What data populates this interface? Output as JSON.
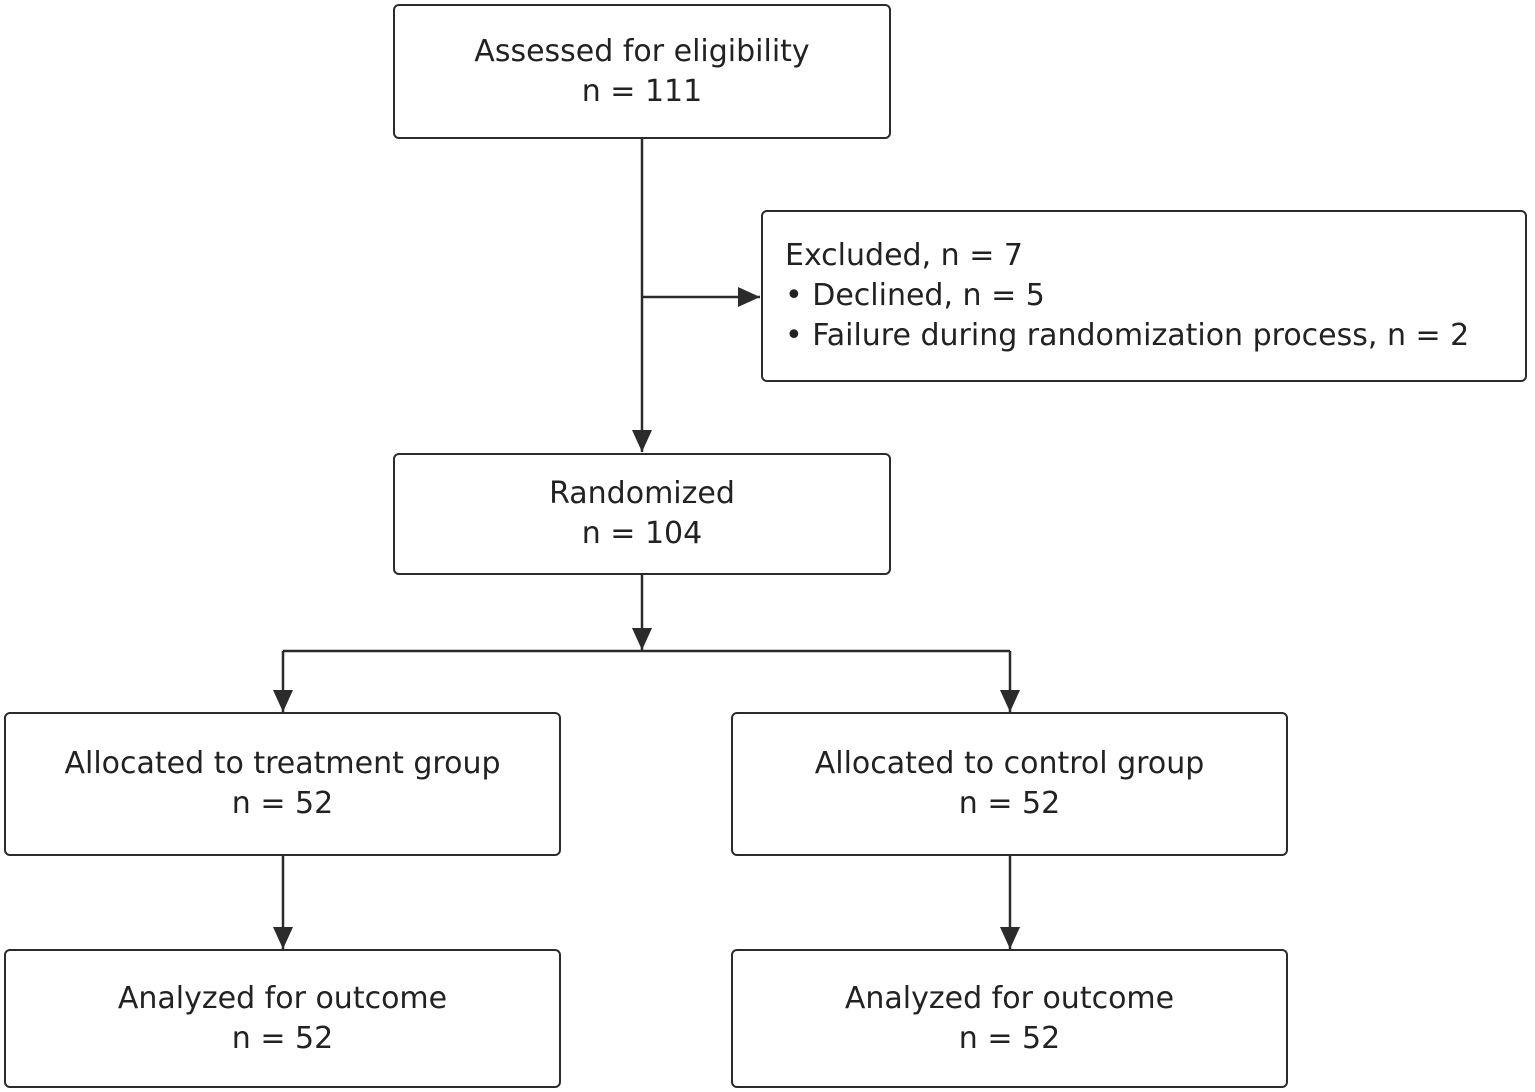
{
  "nodes": {
    "assessed": {
      "title": "Assessed for eligibility",
      "count": "n = 111"
    },
    "excluded": {
      "title": "Excluded, n = 7",
      "bullets": [
        "• Declined, n = 5",
        "• Failure during randomization process, n = 2"
      ]
    },
    "randomized": {
      "title": "Randomized",
      "count": "n = 104"
    },
    "treatment": {
      "title": "Allocated to treatment group",
      "count": "n = 52"
    },
    "control": {
      "title": "Allocated to control group",
      "count": "n = 52"
    },
    "analyzed_treatment": {
      "title": "Analyzed for outcome",
      "count": "n = 52"
    },
    "analyzed_control": {
      "title": "Analyzed for outcome",
      "count": "n = 52"
    }
  },
  "colors": {
    "line": "#2b2b2b",
    "box_border": "#2b2b2b",
    "text": "#222222",
    "background": "#ffffff"
  }
}
